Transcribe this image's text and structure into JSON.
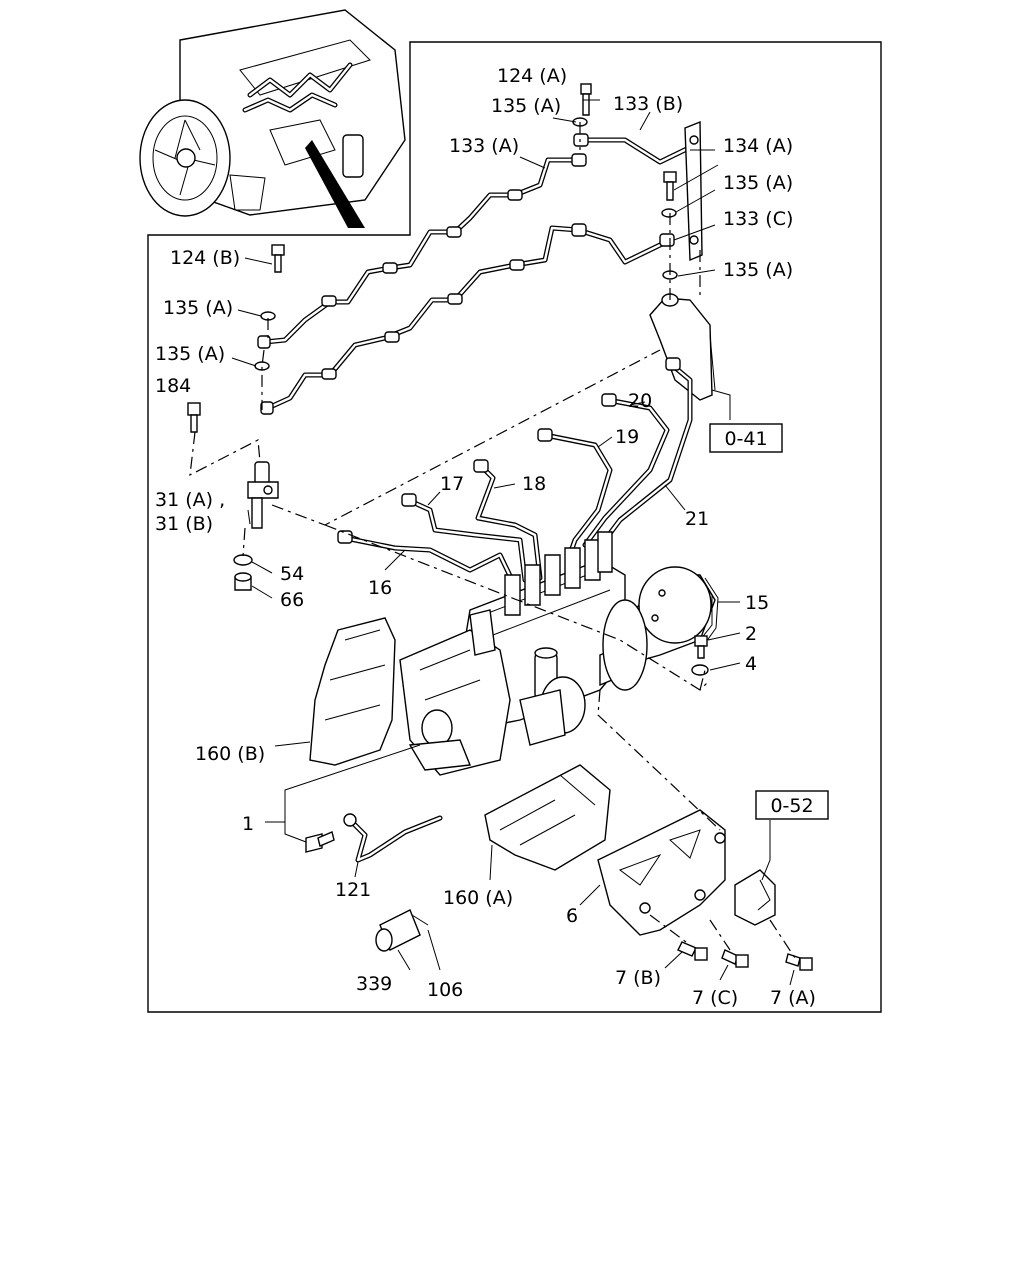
{
  "labels": {
    "l124a": "124 (A)",
    "l135a_top": "135 (A)",
    "l133b": "133 (B)",
    "l133a": "133 (A)",
    "l134a": "134 (A)",
    "l135a_r1": "135 (A)",
    "l133c": "133 (C)",
    "l135a_r2": "135 (A)",
    "l124b": "124 (B)",
    "l135a_l1": "135 (A)",
    "l135a_l2": "135 (A)",
    "l184": "184",
    "l31a": "31 (A) ,",
    "l31b": "31 (B)",
    "l54": "54",
    "l66": "66",
    "l20": "20",
    "l19": "19",
    "l17": "17",
    "l18": "18",
    "l16": "16",
    "l21": "21",
    "l15": "15",
    "l2": "2",
    "l4": "4",
    "l160b": "160 (B)",
    "l1": "1",
    "l121": "121",
    "l160a": "160 (A)",
    "l6": "6",
    "l339": "339",
    "l106": "106",
    "l7b": "7 (B)",
    "l7c": "7 (C)",
    "l7a": "7 (A)"
  },
  "refs": {
    "r041": "0-41",
    "r052": "0-52"
  }
}
